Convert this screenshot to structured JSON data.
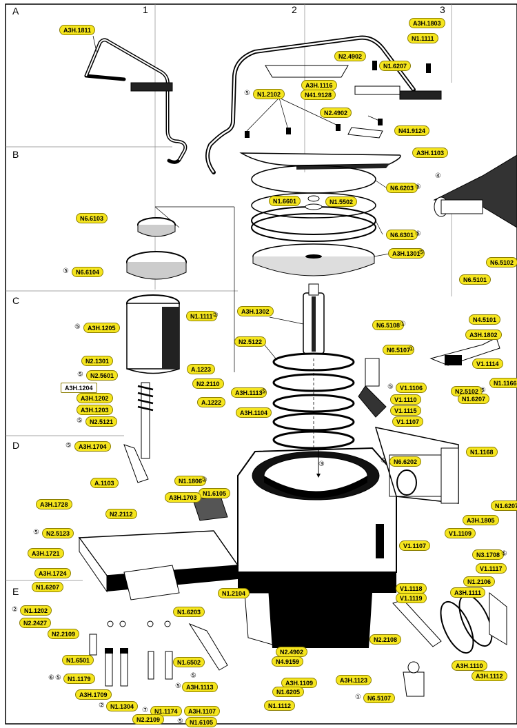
{
  "grid": {
    "columns": [
      "1",
      "2",
      "3"
    ],
    "rows": [
      "A",
      "B",
      "C",
      "D",
      "E"
    ]
  },
  "labels": [
    {
      "id": "a3h1811",
      "text": "A3H.1811"
    },
    {
      "id": "a3h1803",
      "text": "A3H.1803"
    },
    {
      "id": "n11111a",
      "text": "N1.1111"
    },
    {
      "id": "n24902a",
      "text": "N2.4902"
    },
    {
      "id": "n16207a",
      "text": "N1.6207"
    },
    {
      "id": "a3h1116",
      "text": "A3H.1116"
    },
    {
      "id": "n419128",
      "text": "N41.9128"
    },
    {
      "id": "n12102",
      "text": "N1.2102"
    },
    {
      "id": "n24902b",
      "text": "N2.4902"
    },
    {
      "id": "n419124",
      "text": "N41.9124"
    },
    {
      "id": "a3h1103",
      "text": "A3H.1103"
    },
    {
      "id": "n66203",
      "text": "N6.6203"
    },
    {
      "id": "n16601",
      "text": "N1.6601"
    },
    {
      "id": "n15502",
      "text": "N1.5502"
    },
    {
      "id": "n66301",
      "text": "N6.6301"
    },
    {
      "id": "a3h1301",
      "text": "A3H.1301"
    },
    {
      "id": "n66103",
      "text": "N6.6103"
    },
    {
      "id": "n66104",
      "text": "N6.6104"
    },
    {
      "id": "n65102",
      "text": "N6.5102"
    },
    {
      "id": "n65101",
      "text": "N6.5101"
    },
    {
      "id": "a3h1205",
      "text": "A3H.1205"
    },
    {
      "id": "n11111b",
      "text": "N1.1111"
    },
    {
      "id": "a3h1302",
      "text": "A3H.1302"
    },
    {
      "id": "n65108",
      "text": "N6.5108"
    },
    {
      "id": "n45101",
      "text": "N4.5101"
    },
    {
      "id": "a3h1802",
      "text": "A3H.1802"
    },
    {
      "id": "n25122",
      "text": "N2.5122"
    },
    {
      "id": "n65107a",
      "text": "N6.5107"
    },
    {
      "id": "v11114",
      "text": "V1.1114"
    },
    {
      "id": "n21301",
      "text": "N2.1301"
    },
    {
      "id": "n25601",
      "text": "N2.5601"
    },
    {
      "id": "a3h1204",
      "text": "A3H.1204"
    },
    {
      "id": "a1223",
      "text": "A.1223"
    },
    {
      "id": "n22110",
      "text": "N2.2110"
    },
    {
      "id": "a3h1202",
      "text": "A3H.1202"
    },
    {
      "id": "a3h1203",
      "text": "A3H.1203"
    },
    {
      "id": "n25121",
      "text": "N2.5121"
    },
    {
      "id": "a3h1113a",
      "text": "A3H.1113"
    },
    {
      "id": "a1222",
      "text": "A.1222"
    },
    {
      "id": "a3h1104",
      "text": "A3H.1104"
    },
    {
      "id": "v11106",
      "text": "V1.1106"
    },
    {
      "id": "v11110",
      "text": "V1.1110"
    },
    {
      "id": "v11115",
      "text": "V1.1115"
    },
    {
      "id": "v11107a",
      "text": "V1.1107"
    },
    {
      "id": "n25102",
      "text": "N2.5102"
    },
    {
      "id": "n16207b",
      "text": "N1.6207"
    },
    {
      "id": "n11166",
      "text": "N1.1166"
    },
    {
      "id": "a3h1704",
      "text": "A3H.1704"
    },
    {
      "id": "n66202",
      "text": "N6.6202"
    },
    {
      "id": "n11168",
      "text": "N1.1168"
    },
    {
      "id": "a1103",
      "text": "A.1103"
    },
    {
      "id": "n11806",
      "text": "N1.1806"
    },
    {
      "id": "n16105a",
      "text": "N1.6105"
    },
    {
      "id": "a3h1703",
      "text": "A3H.1703"
    },
    {
      "id": "a3h1728",
      "text": "A3H.1728"
    },
    {
      "id": "n22112",
      "text": "N2.2112"
    },
    {
      "id": "n16207c",
      "text": "N1.6207"
    },
    {
      "id": "a3h1805",
      "text": "A3H.1805"
    },
    {
      "id": "n25123",
      "text": "N2.5123"
    },
    {
      "id": "v11109",
      "text": "V1.1109"
    },
    {
      "id": "a3h1721",
      "text": "A3H.1721"
    },
    {
      "id": "v11107b",
      "text": "V1.1107"
    },
    {
      "id": "n31708",
      "text": "N3.1708"
    },
    {
      "id": "a3h1724",
      "text": "A3H.1724"
    },
    {
      "id": "v11117",
      "text": "V1.1117"
    },
    {
      "id": "n16207d",
      "text": "N1.6207"
    },
    {
      "id": "n12104",
      "text": "N1.2104"
    },
    {
      "id": "v11118",
      "text": "V1.1118"
    },
    {
      "id": "v11119",
      "text": "V1.1119"
    },
    {
      "id": "n12106",
      "text": "N1.2106"
    },
    {
      "id": "a3h1111",
      "text": "A3H.1111"
    },
    {
      "id": "n11202",
      "text": "N1.1202"
    },
    {
      "id": "n16203",
      "text": "N1.6203"
    },
    {
      "id": "n22427",
      "text": "N2.2427"
    },
    {
      "id": "n22109a",
      "text": "N2.2109"
    },
    {
      "id": "n22108",
      "text": "N2.2108"
    },
    {
      "id": "n24902c",
      "text": "N2.4902"
    },
    {
      "id": "n16501",
      "text": "N1.6501"
    },
    {
      "id": "n16502",
      "text": "N1.6502"
    },
    {
      "id": "n49159",
      "text": "N4.9159"
    },
    {
      "id": "a3h1110",
      "text": "A3H.1110"
    },
    {
      "id": "n11179",
      "text": "N1.1179"
    },
    {
      "id": "a3h1109",
      "text": "A3H.1109"
    },
    {
      "id": "a3h1123",
      "text": "A3H.1123"
    },
    {
      "id": "a3h1112",
      "text": "A3H.1112"
    },
    {
      "id": "a3h1709",
      "text": "A3H.1709"
    },
    {
      "id": "a3h1113b",
      "text": "A3H.1113"
    },
    {
      "id": "n16205",
      "text": "N1.6205"
    },
    {
      "id": "n11304",
      "text": "N1.1304"
    },
    {
      "id": "n65107b",
      "text": "N6.5107"
    },
    {
      "id": "n11112",
      "text": "N1.1112"
    },
    {
      "id": "n11174",
      "text": "N1.1174"
    },
    {
      "id": "a3h1107",
      "text": "A3H.1107"
    },
    {
      "id": "n22109b",
      "text": "N2.2109"
    },
    {
      "id": "n16105b",
      "text": "N1.6105"
    }
  ],
  "markers": [
    "⑤",
    "②",
    "①",
    "④",
    "③",
    "⑥",
    "⑦"
  ]
}
